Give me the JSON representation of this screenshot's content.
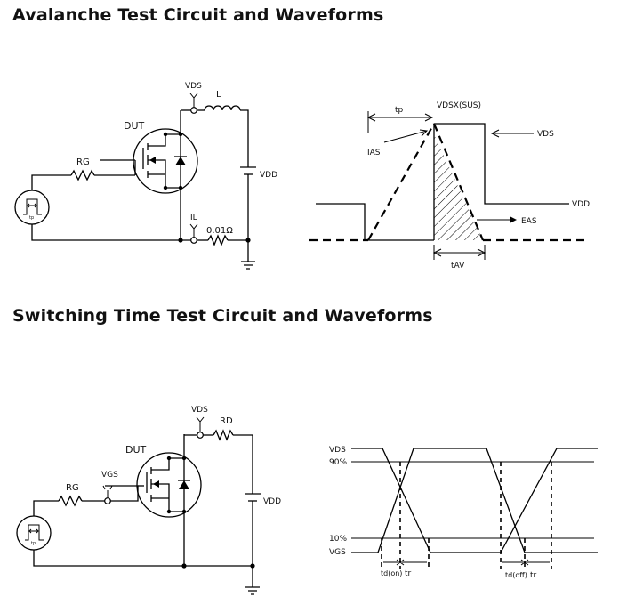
{
  "titles": {
    "avalanche": "Avalanche Test Circuit and Waveforms",
    "switching": "Switching Time Test Circuit and Waveforms"
  },
  "avalanche_circuit": {
    "vds": "VDS",
    "inductor": "L",
    "dut": "DUT",
    "rg": "RG",
    "vdd": "VDD",
    "il": "IL",
    "shunt": "0.01Ω",
    "pulse": "tp"
  },
  "avalanche_waveform": {
    "tp": "tp",
    "vdsx": "VDSX(SUS)",
    "vds": "VDS",
    "ias": "IAS",
    "vdd": "VDD",
    "eas": "EAS",
    "tav": "tAV"
  },
  "switching_circuit": {
    "vds": "VDS",
    "rd": "RD",
    "dut": "DUT",
    "vgs": "VGS",
    "rg": "RG",
    "vdd": "VDD",
    "pulse": "tp"
  },
  "switching_waveform": {
    "vds": "VDS",
    "p90": "90%",
    "p10": "10%",
    "vgs": "VGS",
    "tdon": "td(on)",
    "tr": "tr",
    "tdoff": "td(off)",
    "tf": "tr"
  }
}
